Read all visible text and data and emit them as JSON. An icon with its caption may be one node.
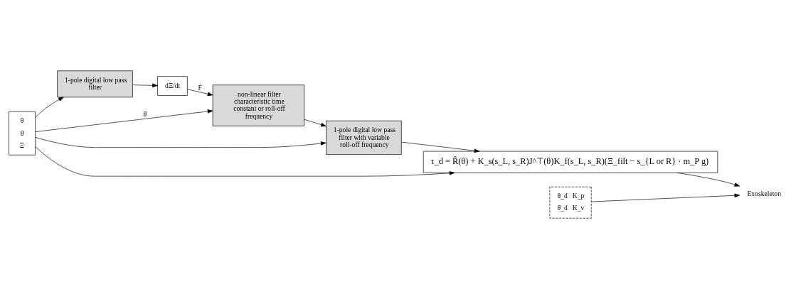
{
  "diagram": {
    "nodes": [
      {
        "text": [
          "θ",
          "θ̇",
          "Ξ"
        ]
      },
      {
        "text": [
          "1-pole digital low pass filter with variable roll-off frequency"
        ]
      },
      {
        "text": [
          "τ_d = R̂(θ) + K_s(s_L, s_R)J^⊤(θ)K_f(s_L, s_R)(Ξ_filt − s_{L or R} · m_P g)"
        ]
      },
      {
        "text": [
          "θ_d",
          "K_p",
          "θ̇_d",
          "K_v"
        ]
      },
      {
        "text": [
          "Exoskeleton"
        ]
      },
      {
        "text": [
          "1-pole digital low pass filter"
        ]
      },
      {
        "text": [
          "dΞ/dt"
        ]
      },
      {
        "text": [
          "non-linear filter characteristic time constant or roll-off frequency"
        ]
      }
    ],
    "edges": [
      {
        "from": 0,
        "to": 2,
        "arrow": "to"
      },
      {
        "from": 0,
        "to": 1,
        "arrow": "to"
      },
      {
        "from": 0,
        "to": 5,
        "arrow": "to"
      },
      {
        "from": 1,
        "to": 2,
        "arrow": "to"
      },
      {
        "from": 3,
        "to": 4,
        "arrow": "to"
      },
      {
        "from": 2,
        "to": 4,
        "arrow": "to"
      },
      {
        "from": 5,
        "to": 6,
        "arrow": "to"
      },
      {
        "from": 6,
        "to": 7,
        "arrow": "to",
        "label": "Ḟ"
      },
      {
        "from": 0,
        "to": 7,
        "arrow": "to",
        "label": "θ̇"
      },
      {
        "from": 7,
        "to": 1,
        "arrow": "to"
      }
    ]
  }
}
